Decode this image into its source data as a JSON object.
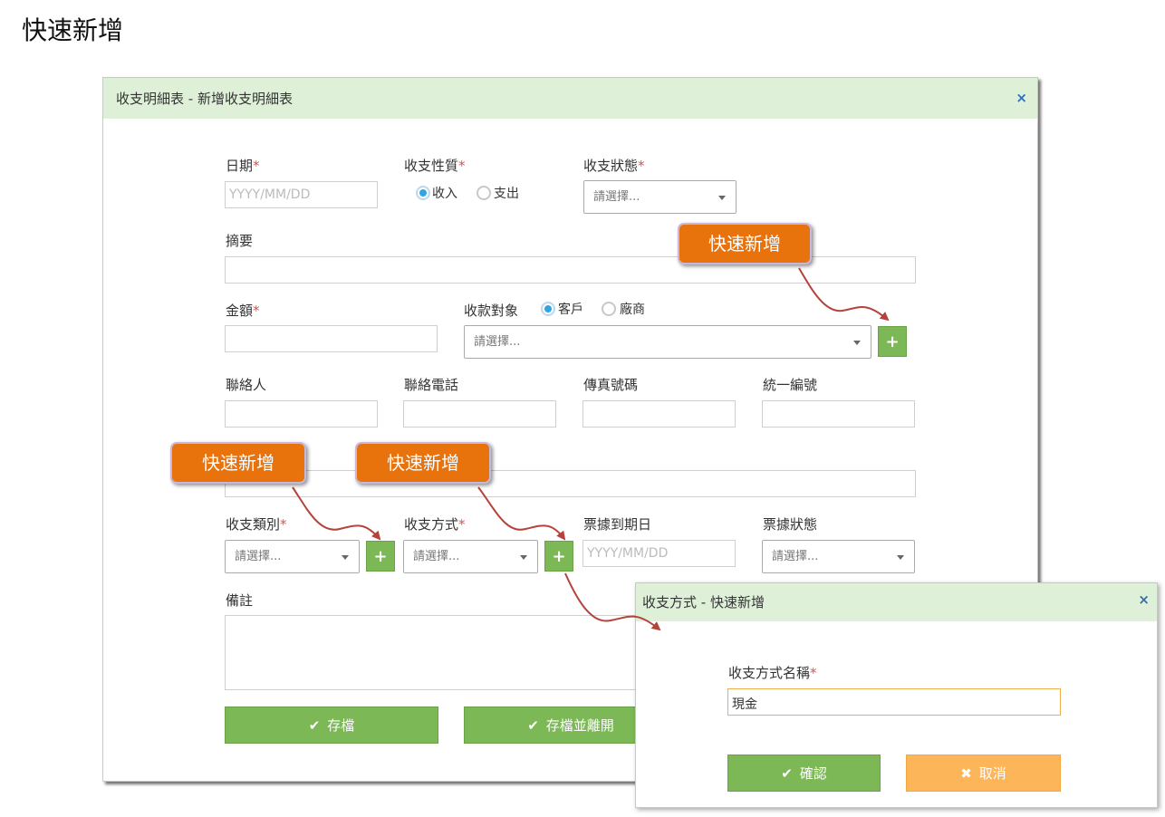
{
  "page_title": "快速新增",
  "main_modal": {
    "title": "收支明細表 - 新增收支明細表",
    "close_icon": "×",
    "fields": {
      "date": {
        "label": "日期",
        "placeholder": "YYYY/MM/DD"
      },
      "nature": {
        "label": "收支性質",
        "options": [
          "收入",
          "支出"
        ],
        "selected": "收入"
      },
      "status": {
        "label": "收支狀態",
        "placeholder": "請選擇..."
      },
      "summary": {
        "label": "摘要",
        "value": ""
      },
      "amount": {
        "label": "金額",
        "value": ""
      },
      "payee": {
        "label": "收款對象",
        "options": [
          "客戶",
          "廠商"
        ],
        "selected": "客戶",
        "placeholder": "請選擇..."
      },
      "contact": {
        "label": "聯絡人",
        "value": ""
      },
      "phone": {
        "label": "聯絡電話",
        "value": ""
      },
      "fax": {
        "label": "傳真號碼",
        "value": ""
      },
      "tax_id": {
        "label": "統一編號",
        "value": ""
      },
      "category": {
        "label": "收支類別",
        "placeholder": "請選擇..."
      },
      "method": {
        "label": "收支方式",
        "placeholder": "請選擇..."
      },
      "due_date": {
        "label": "票據到期日",
        "placeholder": "YYYY/MM/DD"
      },
      "note_status": {
        "label": "票據狀態",
        "placeholder": "請選擇..."
      },
      "remarks": {
        "label": "備註",
        "value": ""
      }
    },
    "required_mark": "*",
    "plus_icon": "+",
    "buttons": {
      "save": "存檔",
      "save_leave": "存檔並離開"
    }
  },
  "sub_modal": {
    "title": "收支方式 - 快速新增",
    "close_icon": "×",
    "field_label": "收支方式名稱",
    "field_value": "現金",
    "buttons": {
      "confirm": "確認",
      "cancel": "取消"
    }
  },
  "callouts": [
    "快速新增",
    "快速新增",
    "快速新增"
  ],
  "colors": {
    "header_bg": "#dff0d8",
    "primary_green": "#7cb856",
    "warning_orange": "#fdb55a",
    "callout_orange": "#e8720c",
    "required_red": "#d9534f",
    "radio_blue": "#2fa4e7"
  }
}
